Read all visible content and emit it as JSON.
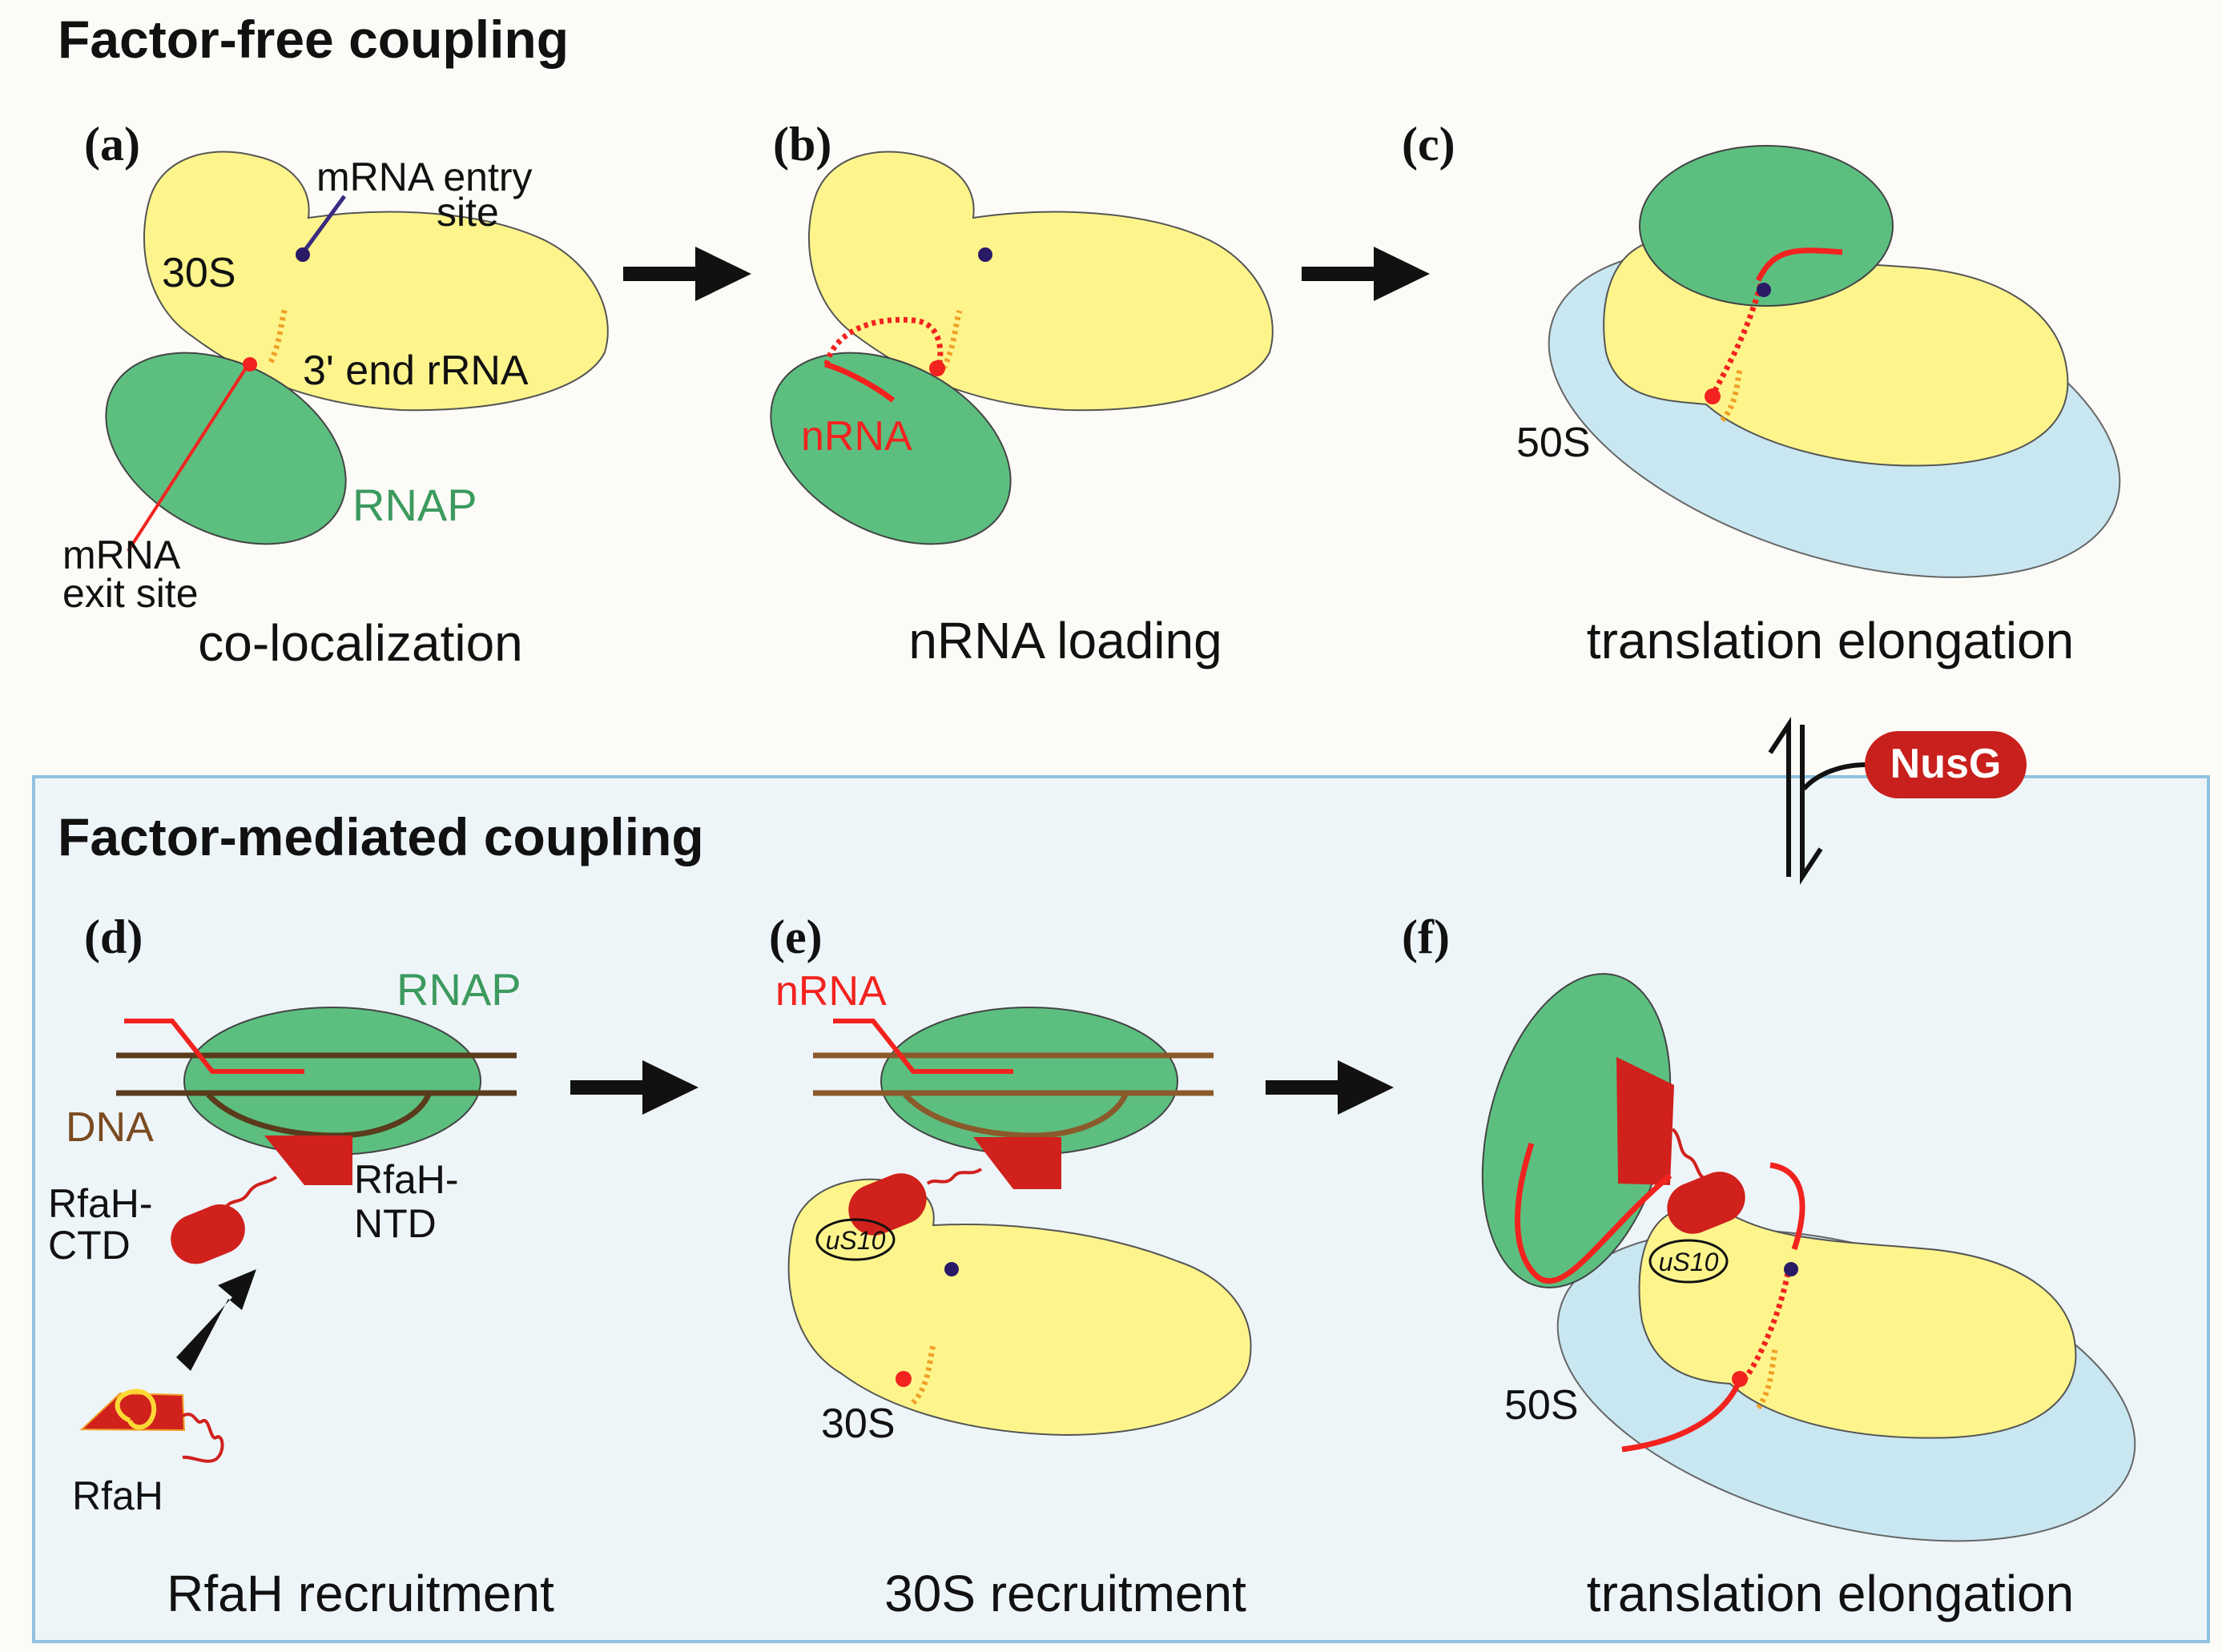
{
  "sections": {
    "factor_free": {
      "title": "Factor-free coupling"
    },
    "factor_mediated": {
      "title": "Factor-mediated coupling"
    }
  },
  "panels": {
    "a": {
      "label": "(a)",
      "caption": "co-localization"
    },
    "b": {
      "label": "(b)",
      "caption": "nRNA loading"
    },
    "c": {
      "label": "(c)",
      "caption": "translation elongation"
    },
    "d": {
      "label": "(d)",
      "caption": "RfaH recruitment"
    },
    "e": {
      "label": "(e)",
      "caption": "30S recruitment"
    },
    "f": {
      "label": "(f)",
      "caption": "translation elongation"
    }
  },
  "labels": {
    "mrna_entry_1": "mRNA entry",
    "mrna_entry_2": "site",
    "s30": "30S",
    "rrna_3end": "3' end rRNA",
    "rnap": "RNAP",
    "mrna_exit_1": "mRNA",
    "mrna_exit_2": "exit site",
    "nrna": "nRNA",
    "s50": "50S",
    "dna": "DNA",
    "rfah_ctd_1": "RfaH-",
    "rfah_ctd_2": "CTD",
    "rfah_ntd_1": "RfaH-",
    "rfah_ntd_2": "NTD",
    "rfah": "RfaH",
    "us10": "uS10",
    "nusg": "NusG"
  },
  "colors": {
    "ribosome_30s": "#fdf58c",
    "ribosome_50s": "#c9e7f1",
    "rnap": "#5cbf80",
    "rna": "#f2231f",
    "rfah": "#d0211d",
    "dna": "#5a3b1c",
    "entry_site": "#2a1a66",
    "rrna": "#f0a028",
    "box_fill": "#eef5f9",
    "box_border": "#8fc2e0",
    "nusg_badge": "#c8201d"
  }
}
